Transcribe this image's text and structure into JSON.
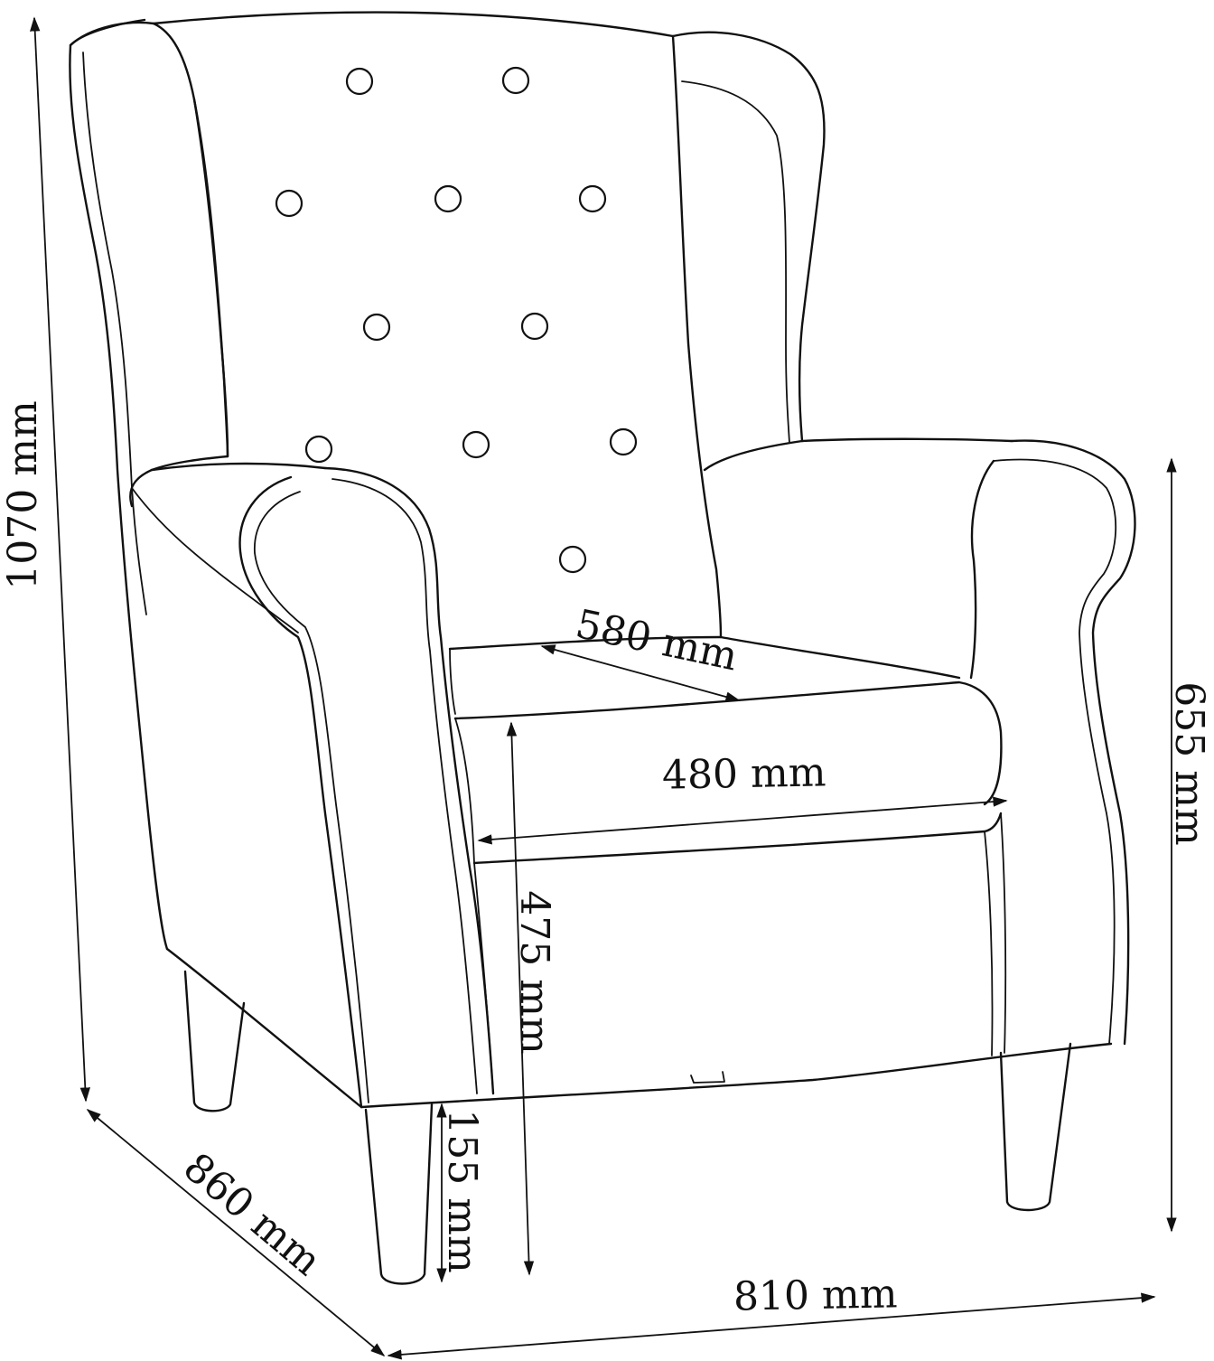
{
  "dimensions": {
    "total_height": "1070 mm",
    "depth": "860 mm",
    "width": "810 mm",
    "armrest_height": "655 mm",
    "seat_height": "475 mm",
    "leg_height": "155 mm",
    "seat_width": "480 mm",
    "seat_depth": "580 mm"
  },
  "colors": {
    "line": "#111111",
    "background": "#ffffff"
  }
}
